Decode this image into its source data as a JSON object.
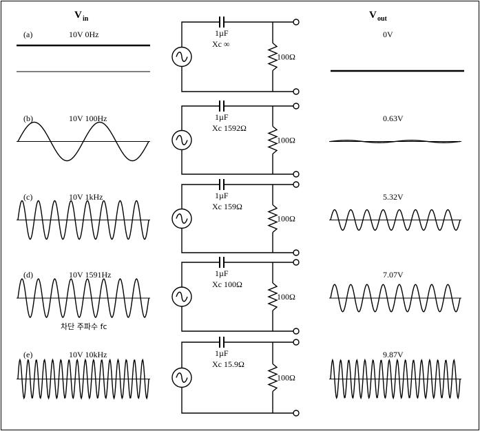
{
  "header": {
    "vin_symbol": "V",
    "vin_sub": "in",
    "vout_symbol": "V",
    "vout_sub": "out"
  },
  "rows": [
    {
      "tag": "(a)",
      "input_label": "10V  0Hz",
      "capacitor_label": "1µF",
      "reactance_label": "Xc ∞",
      "resistor_label": "100Ω",
      "output_label": "0V",
      "input_cycles": 0,
      "output_amplitude_ratio": 0
    },
    {
      "tag": "(b)",
      "input_label": "10V  100Hz",
      "capacitor_label": "1µF",
      "reactance_label": "Xc  1592Ω",
      "resistor_label": "100Ω",
      "output_label": "0.63V",
      "input_cycles": 2,
      "output_amplitude_ratio": 0.063
    },
    {
      "tag": "(c)",
      "input_label": "10V  1kHz",
      "capacitor_label": "1µF",
      "reactance_label": "Xc  159Ω",
      "resistor_label": "100Ω",
      "output_label": "5.32V",
      "input_cycles": 8,
      "output_amplitude_ratio": 0.532
    },
    {
      "tag": "(d)",
      "input_label": "10V  1591Hz",
      "capacitor_label": "1µF",
      "reactance_label": "Xc  100Ω",
      "resistor_label": "100Ω",
      "output_label": "7.07V",
      "note": "차단 주파수 fc",
      "input_cycles": 8,
      "output_amplitude_ratio": 0.707
    },
    {
      "tag": "(e)",
      "input_label": "10V  10kHz",
      "capacitor_label": "1µF",
      "reactance_label": "Xc  15.9Ω",
      "resistor_label": "100Ω",
      "output_label": "9.87V",
      "input_cycles": 16,
      "output_amplitude_ratio": 0.987
    }
  ]
}
